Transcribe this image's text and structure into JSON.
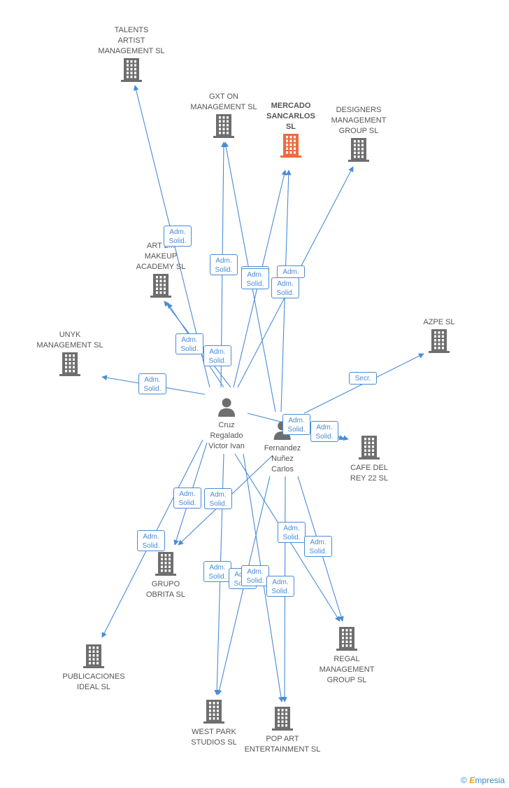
{
  "colors": {
    "edge": "#4a8bd6",
    "building": "#6e6e6e",
    "focus_building": "#f26a3c",
    "person": "#6e6e6e"
  },
  "companies": [
    {
      "id": "talents",
      "label": "TALENTS\nARTIST\nMANAGEMENT SL",
      "icon": "building-icon"
    },
    {
      "id": "gxt",
      "label": "GXT ON\nMANAGEMENT SL",
      "icon": "building-icon"
    },
    {
      "id": "mercado",
      "label": "MERCADO\nSANCARLOS\nSL",
      "icon": "building-icon",
      "focus": true
    },
    {
      "id": "designers",
      "label": "DESIGNERS\nMANAGEMENT\nGROUP SL",
      "icon": "building-icon"
    },
    {
      "id": "artl",
      "label": "ART L...\nMAKEUP\nACADEMY SL",
      "icon": "building-icon"
    },
    {
      "id": "unyk",
      "label": "UNYK\nMANAGEMENT SL",
      "icon": "building-icon"
    },
    {
      "id": "azpe",
      "label": "AZPE SL",
      "icon": "building-icon"
    },
    {
      "id": "cafe",
      "label": "CAFE DEL\nREY 22 SL",
      "icon": "building-icon"
    },
    {
      "id": "obrita",
      "label": "GRUPO\nOBRITA SL",
      "icon": "building-icon"
    },
    {
      "id": "publicaciones",
      "label": "PUBLICACIONES\nIDEAL SL",
      "icon": "building-icon"
    },
    {
      "id": "regal",
      "label": "REGAL\nMANAGEMENT\nGROUP  SL",
      "icon": "building-icon"
    },
    {
      "id": "westpark",
      "label": "WEST PARK\nSTUDIOS SL",
      "icon": "building-icon"
    },
    {
      "id": "popart",
      "label": "POP ART\nENTERTAINMENT SL",
      "icon": "building-icon"
    }
  ],
  "people": [
    {
      "id": "cruz",
      "label": "Cruz\nRegalado\nVictor Ivan",
      "icon": "person-icon"
    },
    {
      "id": "fernandez",
      "label": "Fernandez\nNuñez\nCarlos",
      "icon": "person-icon"
    }
  ],
  "relationships": [
    {
      "from": "cruz",
      "to": "talents",
      "label": "Adm.\nSolid."
    },
    {
      "from": "cruz",
      "to": "gxt",
      "label": "Adm.\nSolid."
    },
    {
      "from": "cruz",
      "to": "mercado",
      "label": "Adm.\nSolid."
    },
    {
      "from": "cruz",
      "to": "designers",
      "label": "Adm."
    },
    {
      "from": "fernandez",
      "to": "mercado",
      "label": "Adm.\nSolid."
    },
    {
      "from": "fernandez",
      "to": "gxt",
      "label": "Adm.\nSolid."
    },
    {
      "from": "cruz",
      "to": "artl",
      "label": "Adm.\nSolid."
    },
    {
      "from": "cruz",
      "to": "artl",
      "label": "Adm.\nSolid."
    },
    {
      "from": "cruz",
      "to": "unyk",
      "label": "Adm.\nSolid."
    },
    {
      "from": "fernandez",
      "to": "azpe",
      "label": "Secr."
    },
    {
      "from": "cruz",
      "to": "cafe",
      "label": "Adm.\nSolid."
    },
    {
      "from": "fernandez",
      "to": "cafe",
      "label": "Adm.\nSolid."
    },
    {
      "from": "cruz",
      "to": "obrita",
      "label": "Adm.\nSolid."
    },
    {
      "from": "fernandez",
      "to": "obrita",
      "label": "Adm.\nSolid."
    },
    {
      "from": "cruz",
      "to": "publicaciones",
      "label": "Adm.\nSolid."
    },
    {
      "from": "cruz",
      "to": "regal",
      "label": "Adm.\nSolid."
    },
    {
      "from": "fernandez",
      "to": "regal",
      "label": "Adm.\nSolid."
    },
    {
      "from": "cruz",
      "to": "westpark",
      "label": "Adm.\nSolid."
    },
    {
      "from": "fernandez",
      "to": "westpark",
      "label": "Adm.\nSolid."
    },
    {
      "from": "cruz",
      "to": "popart",
      "label": "Adm.\nSolid."
    },
    {
      "from": "fernandez",
      "to": "popart",
      "label": "Adm.\nSolid."
    }
  ],
  "footer": {
    "copyright": "©",
    "brand_initial": "E",
    "brand_rest": "mpresia"
  }
}
